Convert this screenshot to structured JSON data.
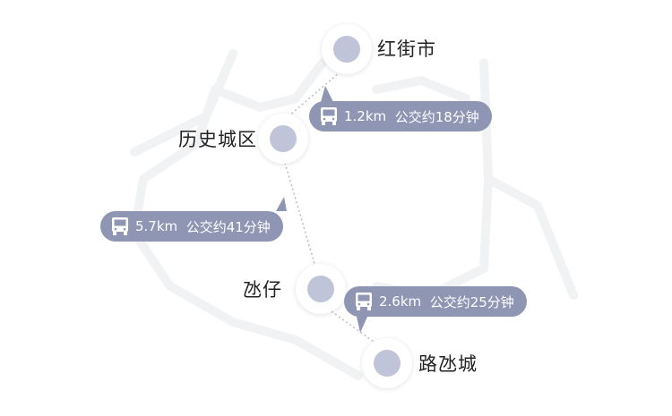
{
  "stops": [
    {
      "name": "红街市"
    },
    {
      "name": "历史城区"
    },
    {
      "name": "氹仔"
    },
    {
      "name": "路氹城"
    }
  ],
  "segments": [
    {
      "icon": "bus-icon",
      "distance": "1.2km",
      "text": "公交约18分钟"
    },
    {
      "icon": "bus-icon",
      "distance": "5.7km",
      "text": "公交约41分钟"
    },
    {
      "icon": "bus-icon",
      "distance": "2.6km",
      "text": "公交约25分钟"
    }
  ],
  "colors": {
    "bubble": "#8e96b3",
    "dot": "#bfc4d8"
  }
}
